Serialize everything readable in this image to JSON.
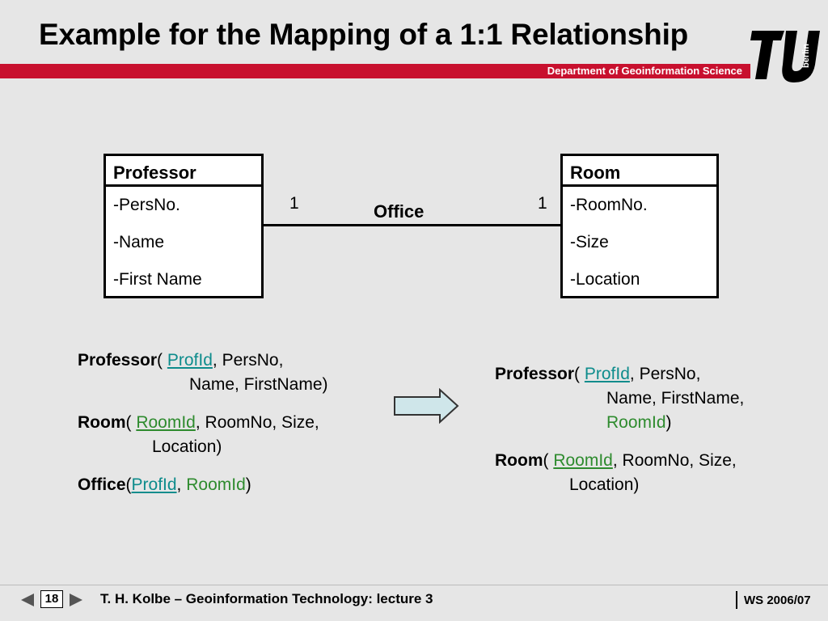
{
  "title": "Example for the Mapping of a 1:1 Relationship",
  "department": "Department of Geoinformation Science",
  "logo": {
    "text": "berlin"
  },
  "colors": {
    "accent_red": "#c8102e",
    "key_teal": "#0e8c8c",
    "key_green": "#2e8b2e"
  },
  "diagram": {
    "entity_left": {
      "name": "Professor",
      "attributes": [
        "-PersNo.",
        "-Name",
        "-First Name"
      ]
    },
    "entity_right": {
      "name": "Room",
      "attributes": [
        "-RoomNo.",
        "-Size",
        "-Location"
      ]
    },
    "relationship": {
      "name": "Office",
      "card_left": "1",
      "card_right": "1"
    }
  },
  "schema_left": {
    "professor": {
      "name": "Professor",
      "open": "( ",
      "key": "ProfId",
      "rest1": ", PersNo,",
      "rest2": "Name, FirstName)"
    },
    "room": {
      "name": "Room",
      "open": "( ",
      "key": "RoomId",
      "rest1": ", RoomNo, Size,",
      "rest2": "Location)"
    },
    "office": {
      "name": "Office",
      "open": "(",
      "key1": "ProfId",
      "sep": ", ",
      "key2": "RoomId",
      "close": ")"
    }
  },
  "schema_right": {
    "professor": {
      "name": "Professor",
      "open": "( ",
      "key": "ProfId",
      "rest1": ", PersNo,",
      "rest2": "Name, FirstName,",
      "fk": "RoomId",
      "close": ")"
    },
    "room": {
      "name": "Room",
      "open": "( ",
      "key": "RoomId",
      "rest1": ", RoomNo, Size,",
      "rest2": "Location)"
    }
  },
  "footer": {
    "page": "18",
    "author_course": "T. H. Kolbe  – Geoinformation Technology: lecture 3",
    "semester": "WS 2006/07"
  }
}
